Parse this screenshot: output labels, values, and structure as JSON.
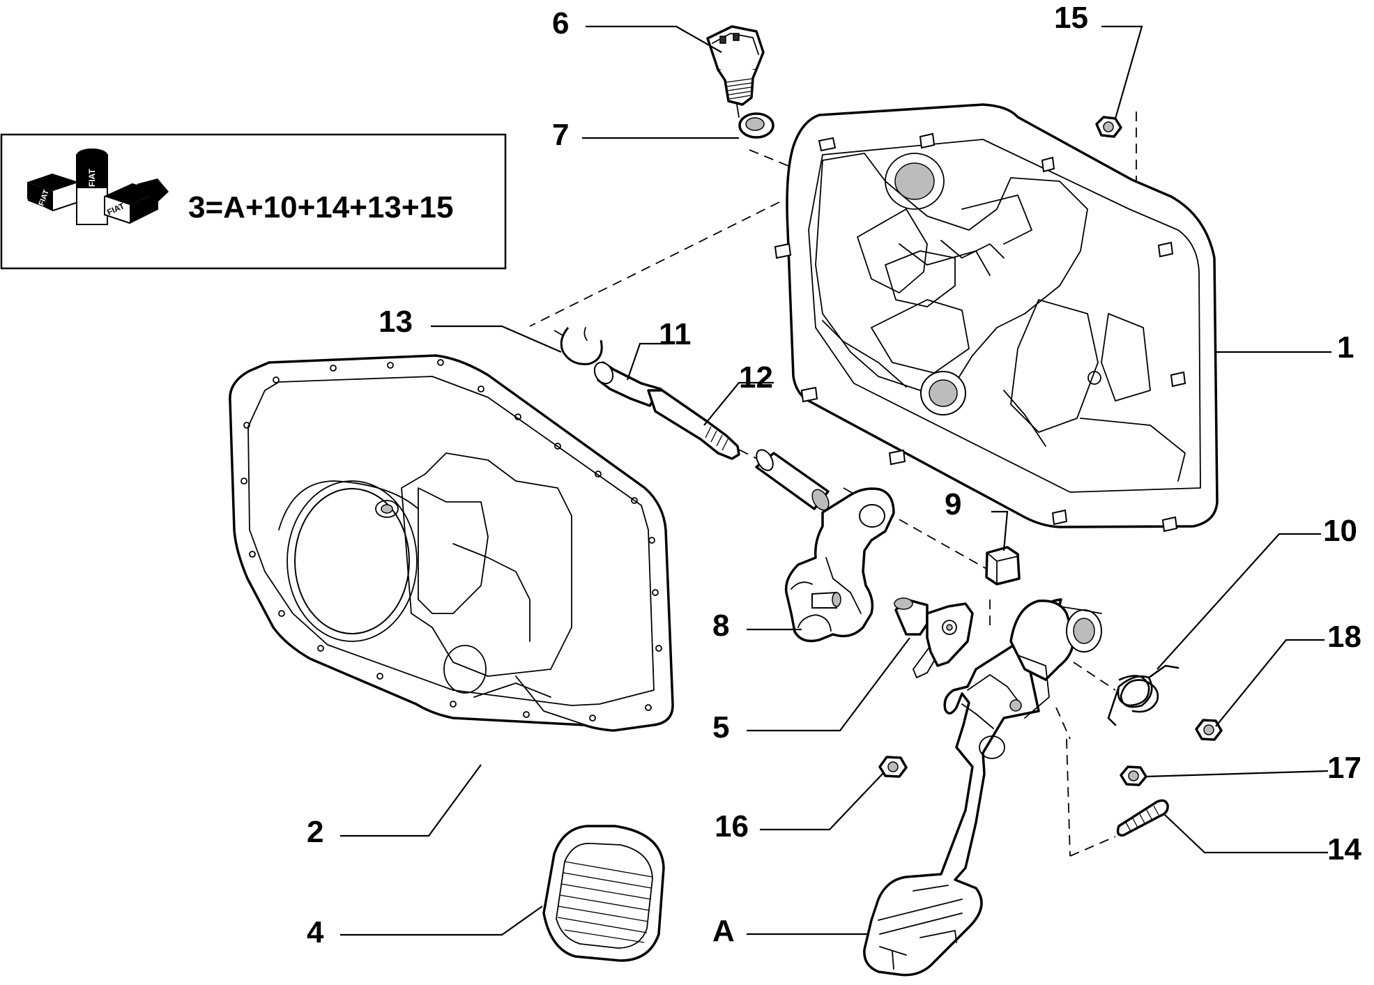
{
  "kit_note": {
    "formula": "3=A+10+14+13+15",
    "kit_icon": "fiat-kit-icon",
    "icon_label": "FIAT"
  },
  "callouts": {
    "c1": "1",
    "c2": "2",
    "c4": "4",
    "c5": "5",
    "c6": "6",
    "c7": "7",
    "c8": "8",
    "c9": "9",
    "c10": "10",
    "c11": "11",
    "c12": "12",
    "c13": "13",
    "c14": "14",
    "c15": "15",
    "c16": "16",
    "c17": "17",
    "c18": "18",
    "cA": "A"
  },
  "colors": {
    "line": "#000000",
    "background": "#ffffff",
    "shading": "#bcbcbc"
  }
}
